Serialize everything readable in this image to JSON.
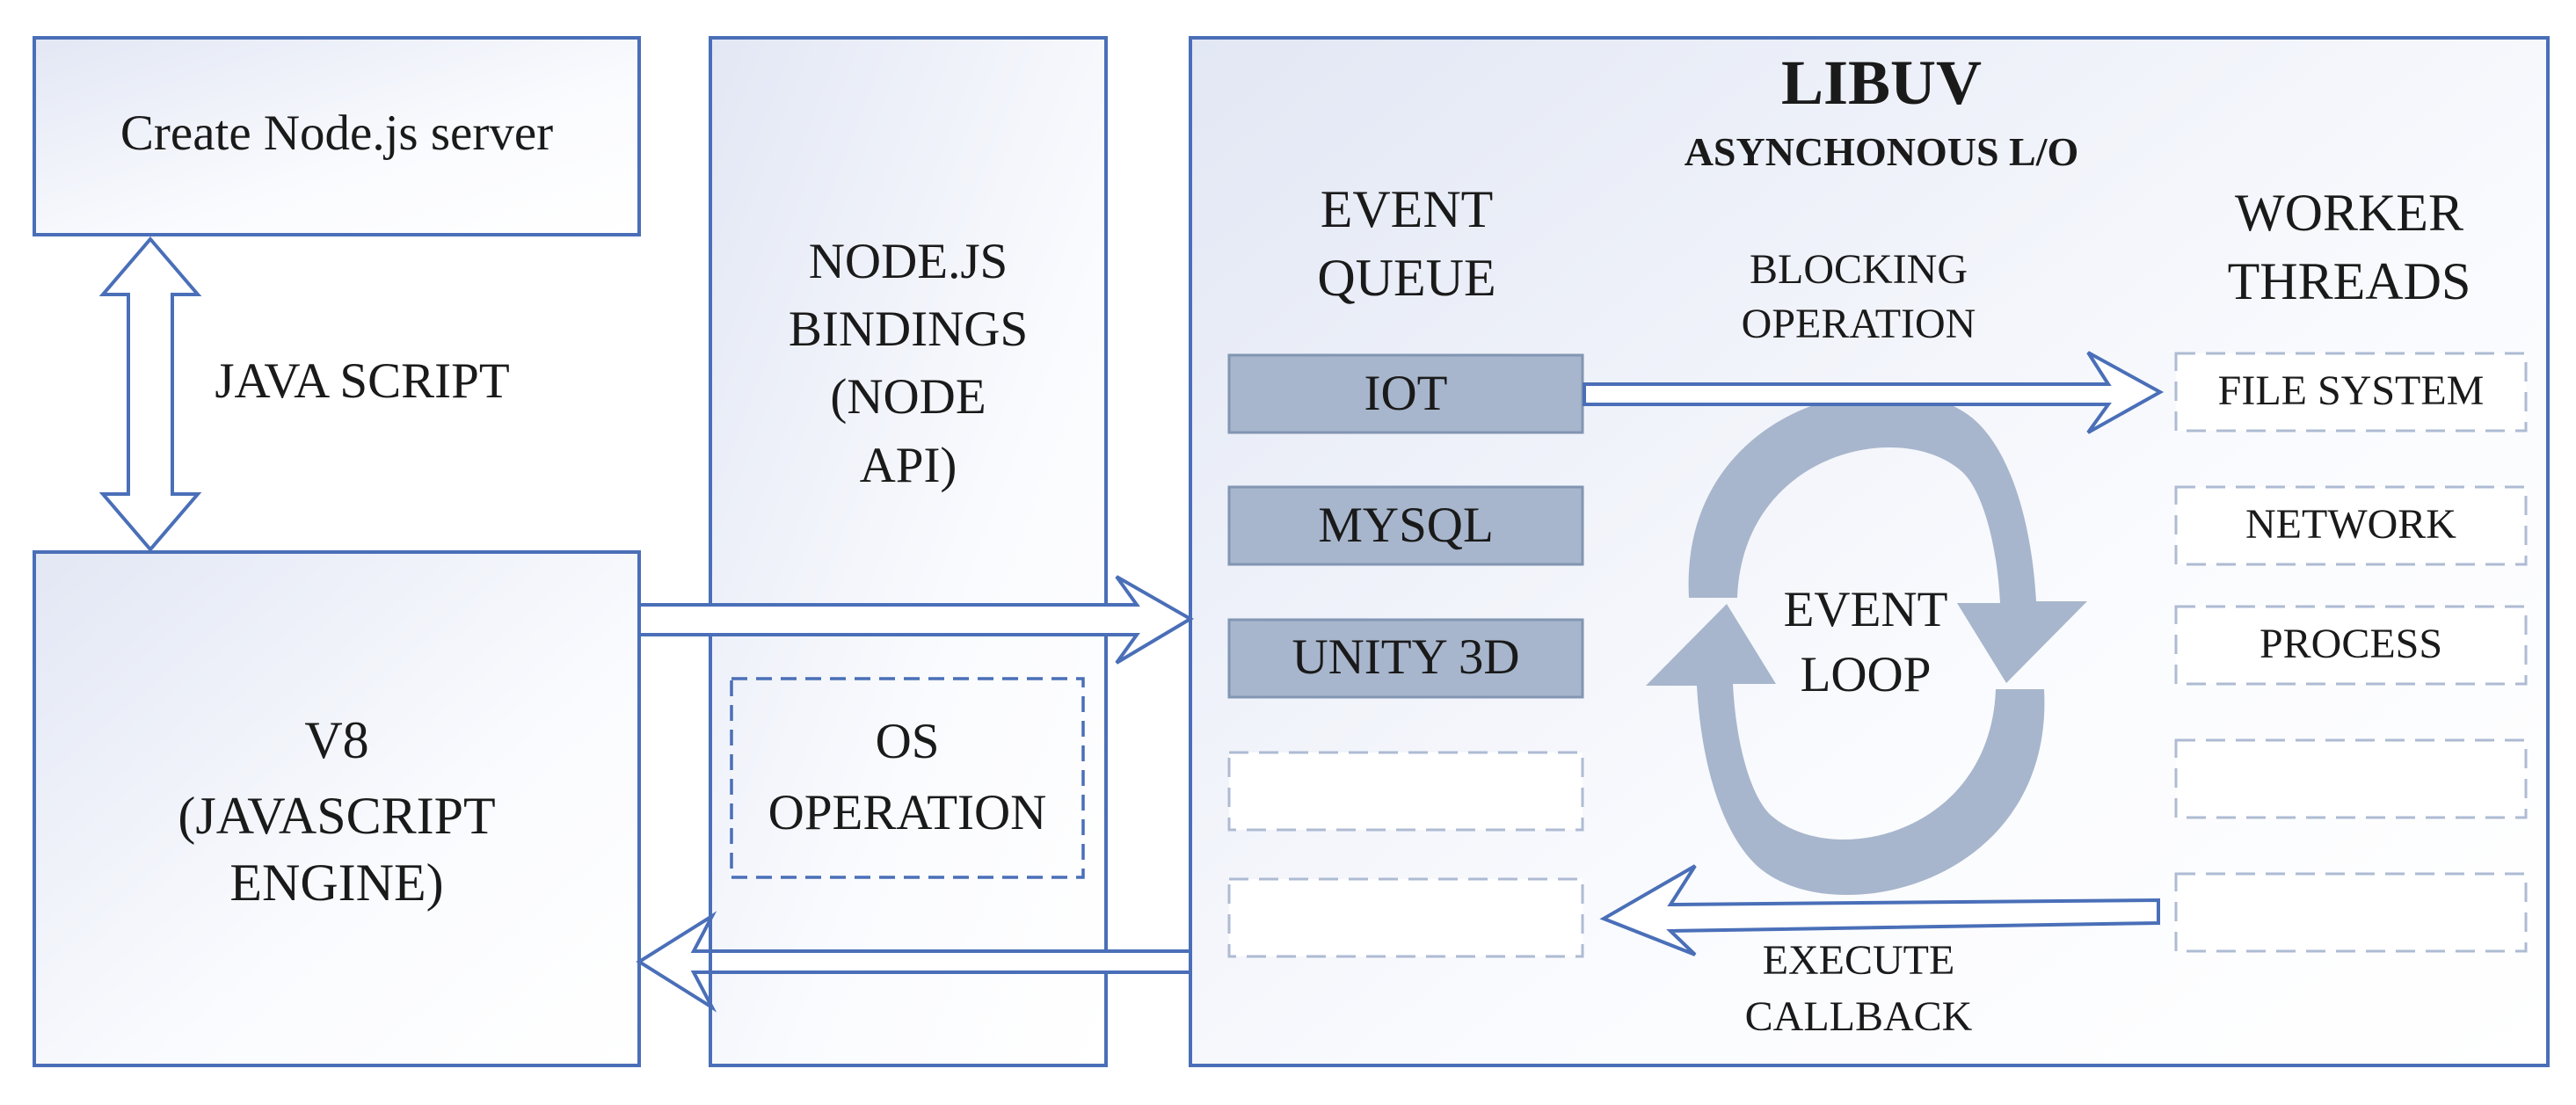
{
  "top_left_box": {
    "label": "Create Node.js server"
  },
  "js_arrow": {
    "label": "JAVA SCRIPT"
  },
  "v8_box": {
    "lines": [
      "V8",
      "(JAVASCRIPT",
      "ENGINE)"
    ]
  },
  "bindings_panel": {
    "lines": [
      "NODE.JS",
      "BINDINGS",
      "(NODE",
      "API)"
    ],
    "os_box": {
      "lines": [
        "OS",
        "OPERATION"
      ]
    }
  },
  "libuv_panel": {
    "title": "LIBUV",
    "subtitle": "ASYNCHONOUS L/O",
    "event_queue": {
      "header": [
        "EVENT",
        "QUEUE"
      ],
      "items": [
        "IOT",
        "MYSQL",
        "UNITY 3D"
      ]
    },
    "worker_threads": {
      "header": [
        "WORKER",
        "THREADS"
      ],
      "items": [
        "FILE SYSTEM",
        "NETWORK",
        "PROCESS"
      ]
    },
    "blocking_operation": [
      "BLOCKING",
      "OPERATION"
    ],
    "event_loop": [
      "EVENT",
      "LOOP"
    ],
    "execute_callback": [
      "EXECUTE",
      "CALLBACK"
    ]
  },
  "colors": {
    "outline": "#4a6fb8",
    "queue_fill": "#a7b6cc",
    "dashed": "#aebbd3",
    "panel_gradient_start": "#e4e8f4",
    "panel_gradient_end": "#ffffff"
  }
}
